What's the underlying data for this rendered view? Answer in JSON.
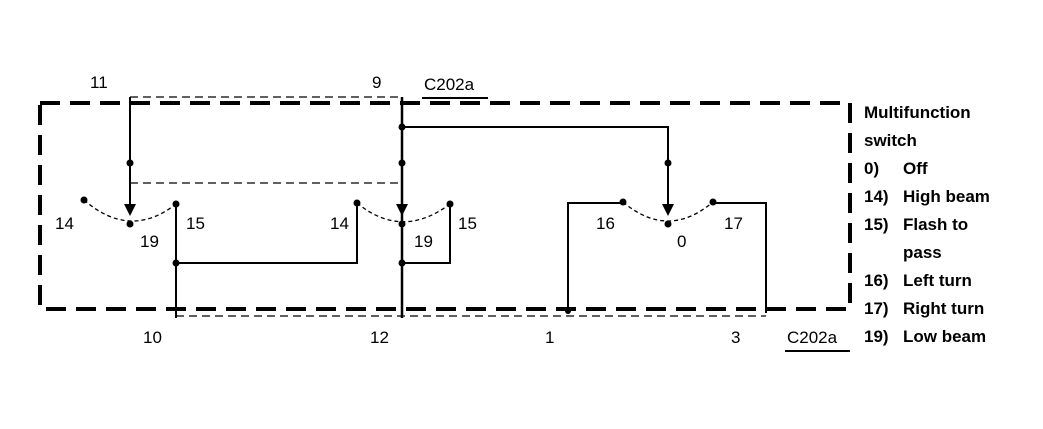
{
  "connector": "C202a",
  "pins_top": [
    "11",
    "9"
  ],
  "pins_bottom": [
    "10",
    "12",
    "1",
    "3"
  ],
  "switch_groups": [
    {
      "left": "14",
      "center": "19",
      "right": "15"
    },
    {
      "left": "14",
      "center": "19",
      "right": "15"
    },
    {
      "left": "16",
      "center": "0",
      "right": "17"
    }
  ],
  "legend": {
    "title_line1": "Multifunction",
    "title_line2": "switch",
    "items": [
      {
        "num": "0)",
        "text": "Off"
      },
      {
        "num": "14)",
        "text": "High beam"
      },
      {
        "num": "15)",
        "text": "Flash to"
      },
      {
        "num": "",
        "text": "pass"
      },
      {
        "num": "16)",
        "text": "Left turn"
      },
      {
        "num": "17)",
        "text": "Right turn"
      },
      {
        "num": "19)",
        "text": "Low beam"
      }
    ]
  }
}
